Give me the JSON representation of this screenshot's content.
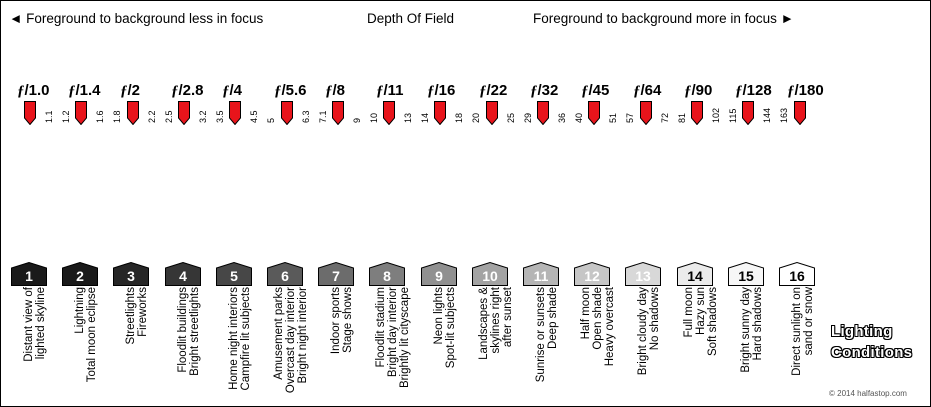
{
  "header": {
    "left_text": "◄ Foreground to background less in focus",
    "center_text": "Depth Of Field",
    "right_text": "Foreground to background more in focus ►"
  },
  "scale": {
    "f_symbol": "ƒ",
    "stops": [
      "/1.0",
      "/1.4",
      "/2",
      "/2.8",
      "/4",
      "/5.6",
      "/8",
      "/11",
      "/16",
      "/22",
      "/32",
      "/45",
      "/64",
      "/90",
      "/128",
      "/180"
    ],
    "third_stops": [
      [
        "1.1",
        "1.2"
      ],
      [
        "1.6",
        "1.8"
      ],
      [
        "2.2",
        "2.5"
      ],
      [
        "3.2",
        "3.5"
      ],
      [
        "4.5",
        "5"
      ],
      [
        "6.3",
        "7.1"
      ],
      [
        "9",
        "10"
      ],
      [
        "13",
        "14"
      ],
      [
        "18",
        "20"
      ],
      [
        "25",
        "29"
      ],
      [
        "36",
        "40"
      ],
      [
        "51",
        "57"
      ],
      [
        "72",
        "81"
      ],
      [
        "102",
        "115"
      ],
      [
        "144",
        "163"
      ]
    ],
    "marker_color": "#e8141b"
  },
  "lighting": {
    "levels": [
      {
        "num": "1",
        "lines": [
          "Distant view of",
          "lighted skyline"
        ],
        "fill": "#1a1a1a",
        "text_color": "#ffffff"
      },
      {
        "num": "2",
        "lines": [
          "Lightning",
          "Total moon eclipse"
        ],
        "fill": "#1a1a1a",
        "text_color": "#ffffff"
      },
      {
        "num": "3",
        "lines": [
          "Streetlights",
          "Fireworks"
        ],
        "fill": "#262626",
        "text_color": "#ffffff"
      },
      {
        "num": "4",
        "lines": [
          "Floodlit buildings",
          "Bright streetlights"
        ],
        "fill": "#363636",
        "text_color": "#ffffff"
      },
      {
        "num": "5",
        "lines": [
          "Home night interiors",
          "Campfire lit subjects"
        ],
        "fill": "#474747",
        "text_color": "#ffffff"
      },
      {
        "num": "6",
        "lines": [
          "Amusement parks",
          "Overcast day interior",
          "Bright night interior"
        ],
        "fill": "#5a5a5a",
        "text_color": "#ffffff"
      },
      {
        "num": "7",
        "lines": [
          "Indoor sports",
          "Stage shows"
        ],
        "fill": "#6c6c6c",
        "text_color": "#ffffff"
      },
      {
        "num": "8",
        "lines": [
          "Floodlit stadium",
          "Bright day interior",
          "Brightly lit cityscape"
        ],
        "fill": "#7e7e7e",
        "text_color": "#ffffff"
      },
      {
        "num": "9",
        "lines": [
          "Neon lights",
          "Spot-lit subjects"
        ],
        "fill": "#909090",
        "text_color": "#ffffff"
      },
      {
        "num": "10",
        "lines": [
          "Landscapes &",
          "skylines right",
          "after sunset"
        ],
        "fill": "#a3a3a3",
        "text_color": "#ffffff"
      },
      {
        "num": "11",
        "lines": [
          "Sunrise or sunsets",
          "Deep shade"
        ],
        "fill": "#b5b5b5",
        "text_color": "#ffffff"
      },
      {
        "num": "12",
        "lines": [
          "Half moon",
          "Open shade",
          "Heavy overcast"
        ],
        "fill": "#c6c6c6",
        "text_color": "#ffffff"
      },
      {
        "num": "13",
        "lines": [
          "Bright cloudy day",
          "No shadows"
        ],
        "fill": "#d8d8d8",
        "text_color": "#ffffff"
      },
      {
        "num": "14",
        "lines": [
          "Full moon",
          "Hazy sun",
          "Soft shadows"
        ],
        "fill": "#ebebeb",
        "text_color": "#000000"
      },
      {
        "num": "15",
        "lines": [
          "Bright sunny day",
          "Hard shadows"
        ],
        "fill": "#f7f7f7",
        "text_color": "#000000"
      },
      {
        "num": "16",
        "lines": [
          "Direct sunlight on",
          "sand or snow"
        ],
        "fill": "#ffffff",
        "text_color": "#000000"
      }
    ],
    "title_lines": [
      "Lighting",
      "Conditions"
    ]
  },
  "footer": {
    "copyright": "© 2014 halfastop.com"
  }
}
